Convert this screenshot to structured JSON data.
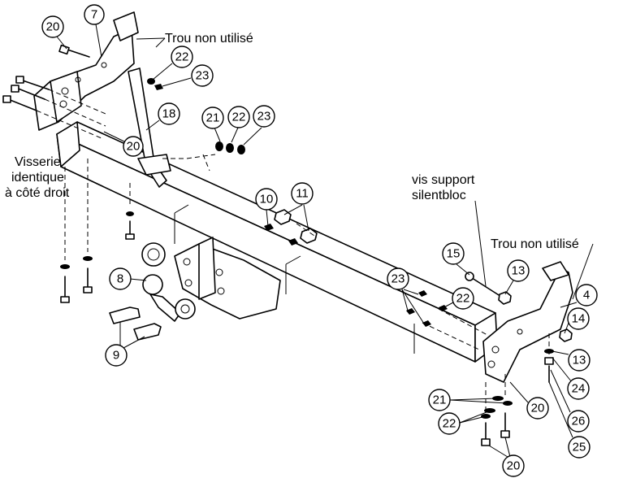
{
  "labels": {
    "trou_top": "Trou non utilisé",
    "trou_right": "Trou non utilisé",
    "visserie_line1": "Visserie",
    "visserie_line2": "identique",
    "visserie_line3": "à côté droit",
    "vis_support_line1": "vis support",
    "vis_support_line2": "silentbloc"
  },
  "callouts": {
    "c20a": "20",
    "c7": "7",
    "c22a": "22",
    "c23a": "23",
    "c18": "18",
    "c21a": "21",
    "c22b": "22",
    "c23b": "23",
    "c20b": "20",
    "c10": "10",
    "c11": "11",
    "c8": "8",
    "c9": "9",
    "c15": "15",
    "c13a": "13",
    "c4": "4",
    "c23c": "23",
    "c22c": "22",
    "c14": "14",
    "c13b": "13",
    "c24": "24",
    "c20c": "20",
    "c21b": "21",
    "c22d": "22",
    "c26": "26",
    "c25": "25",
    "c20d": "20"
  }
}
